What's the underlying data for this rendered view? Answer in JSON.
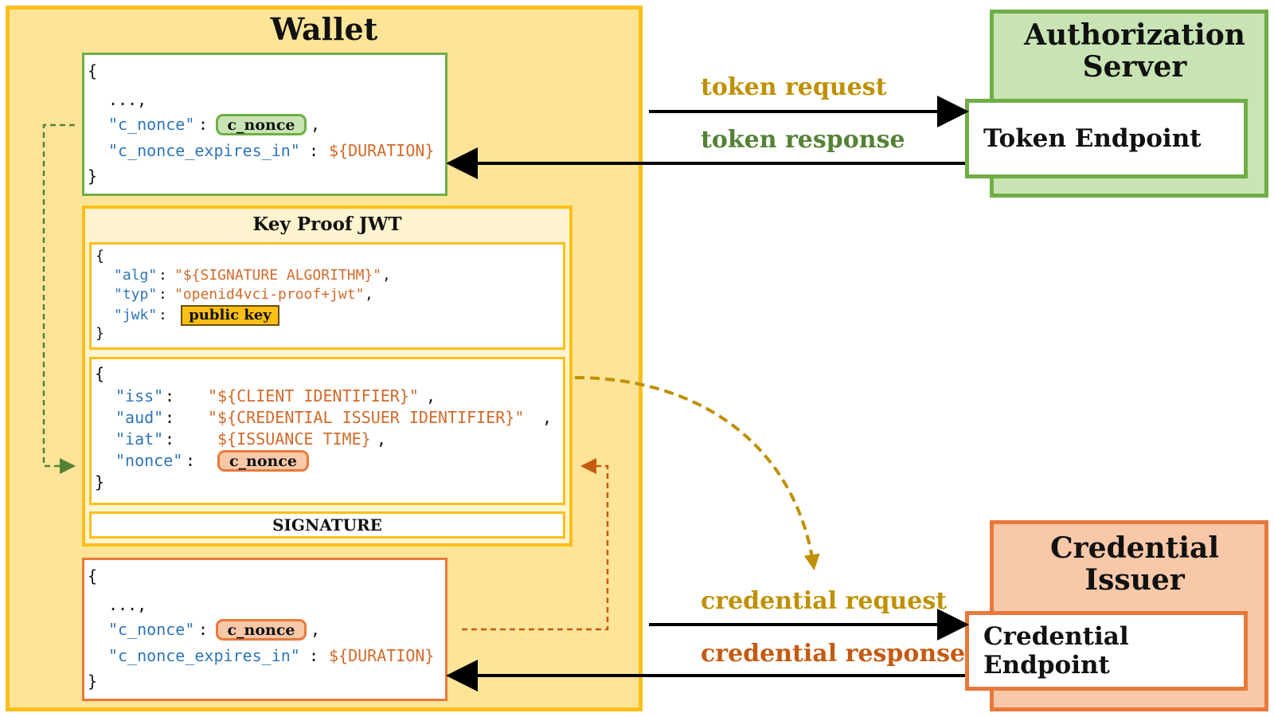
{
  "wallet": {
    "title": "Wallet"
  },
  "token_response_json": {
    "open": "{",
    "ellipsis": "...,",
    "nonce_key": "\"c_nonce\"",
    "nonce_pill": "c_nonce",
    "expires_key": "\"c_nonce_expires_in\"",
    "expires_value": "${DURATION}",
    "close": "}"
  },
  "key_proof": {
    "title": "Key Proof JWT",
    "header": {
      "open": "{",
      "alg_key": "\"alg\"",
      "alg_value": "\"${SIGNATURE ALGORITHM}\"",
      "typ_key": "\"typ\"",
      "typ_value": "\"openid4vci-proof+jwt\"",
      "jwk_key": "\"jwk\"",
      "jwk_pill": "public key",
      "close": "}"
    },
    "payload": {
      "open": "{",
      "iss_key": "\"iss\"",
      "iss_value": "\"${CLIENT IDENTIFIER}\"",
      "aud_key": "\"aud\"",
      "aud_value": "\"${CREDENTIAL ISSUER IDENTIFIER}\"",
      "iat_key": "\"iat\"",
      "iat_value": "${ISSUANCE TIME}",
      "nonce_key": "\"nonce\"",
      "nonce_pill": "c_nonce",
      "close": "}"
    },
    "signature": "SIGNATURE"
  },
  "credential_response_json": {
    "open": "{",
    "ellipsis": "...,",
    "nonce_key": "\"c_nonce\"",
    "nonce_pill": "c_nonce",
    "expires_key": "\"c_nonce_expires_in\"",
    "expires_value": "${DURATION}",
    "close": "}"
  },
  "authorization_server": {
    "title_line1": "Authorization",
    "title_line2": "Server",
    "endpoint": "Token Endpoint"
  },
  "credential_issuer": {
    "title_line1": "Credential",
    "title_line2": "Issuer",
    "endpoint": "Credential Endpoint"
  },
  "arrows": {
    "token_request": "token request",
    "token_response": "token response",
    "credential_request": "credential request",
    "credential_response": "credential response"
  },
  "colors": {
    "wallet_fill": "#fde498",
    "wallet_border": "#fbbf18",
    "green": "#6fae45",
    "green_fill": "#c8e4b4",
    "orange": "#e8793a",
    "orange_fill": "#f8c8a8",
    "key_blue": "#2e75b6",
    "value_orange": "#d16a2a",
    "token_request_label": "#bf9000",
    "token_response_label": "#548235",
    "credential_request_label": "#bf9000",
    "credential_response_label": "#c55a11"
  }
}
